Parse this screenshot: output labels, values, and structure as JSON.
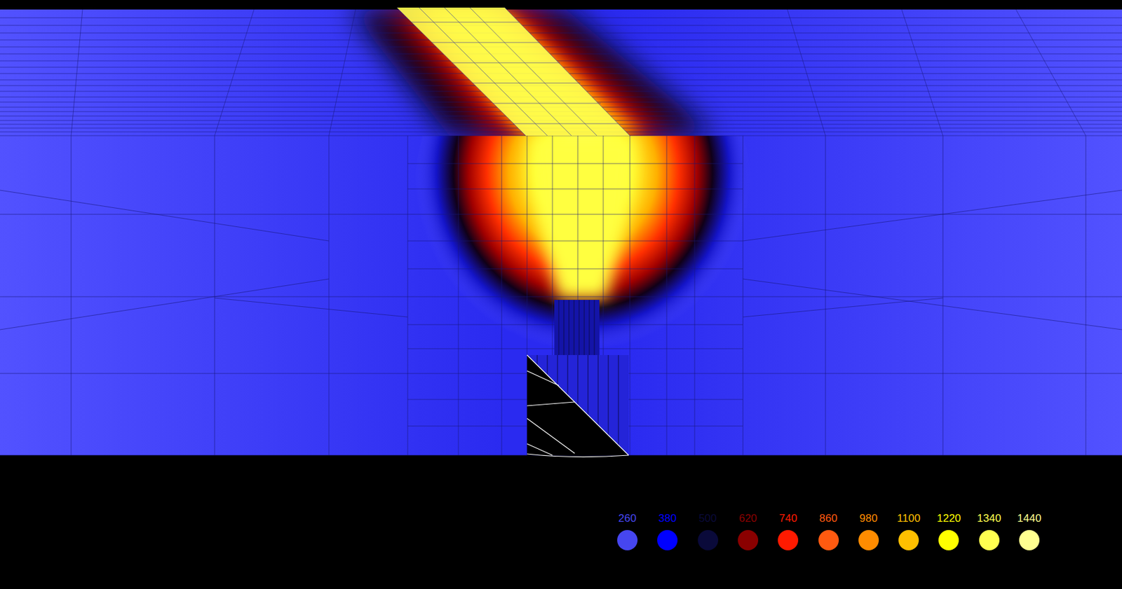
{
  "diagram": {
    "legend": [
      {
        "text": "260",
        "color": "#4646f0"
      },
      {
        "text": "380",
        "color": "#0000ff"
      },
      {
        "text": "500",
        "color": "#0a0a3a"
      },
      {
        "text": "620",
        "color": "#8a0000"
      },
      {
        "text": "740",
        "color": "#ff1a00"
      },
      {
        "text": "860",
        "color": "#ff5a10"
      },
      {
        "text": "980",
        "color": "#ff8c00"
      },
      {
        "text": "1100",
        "color": "#ffc000"
      },
      {
        "text": "1220",
        "color": "#ffff00"
      },
      {
        "text": "1340",
        "color": "#ffff50"
      },
      {
        "text": "1440",
        "color": "#ffff90"
      }
    ]
  }
}
